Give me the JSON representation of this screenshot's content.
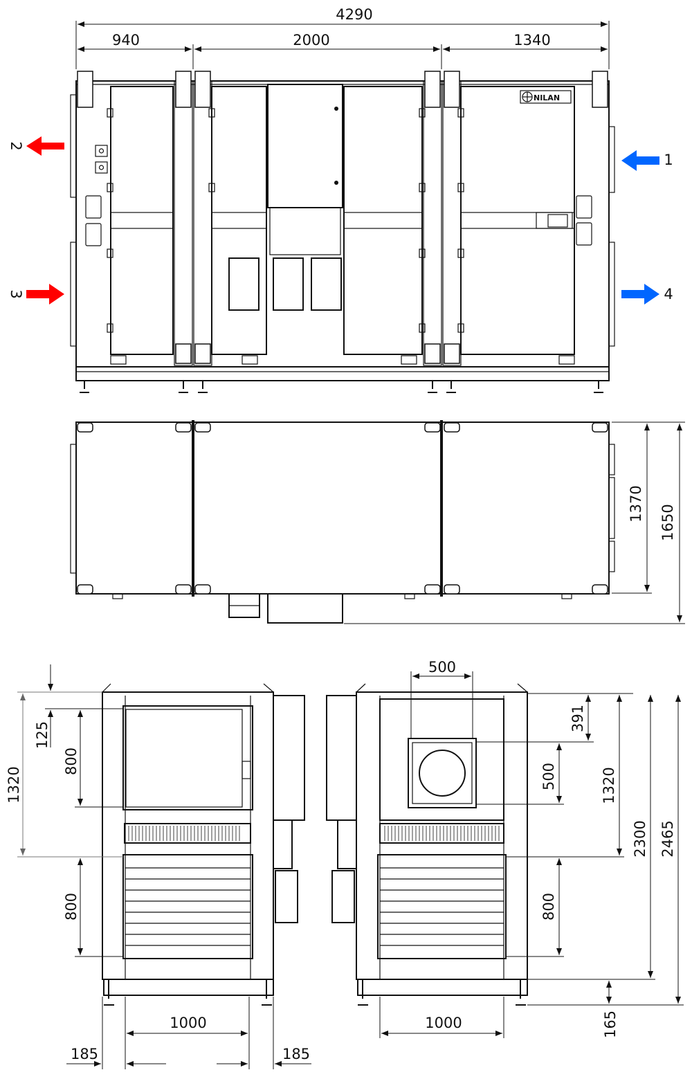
{
  "brand": {
    "logo_text": "NILAN"
  },
  "colors": {
    "extract_arrow": "#ff0000",
    "supply_arrow": "#0066ff",
    "line": "#111111"
  },
  "top_view": {
    "overall_length": "4290",
    "section_lengths": [
      "940",
      "2000",
      "1340"
    ],
    "ports": [
      {
        "label": "1",
        "direction": "in",
        "color": "blue"
      },
      {
        "label": "2",
        "direction": "out",
        "color": "red"
      },
      {
        "label": "3",
        "direction": "in",
        "color": "red"
      },
      {
        "label": "4",
        "direction": "out",
        "color": "blue"
      }
    ]
  },
  "side_view": {
    "body_height": "1370",
    "total_height": "1650"
  },
  "end_view_left": {
    "top_offset": "125",
    "upper_opening": "800",
    "opening_spacing": "1320",
    "lower_opening": "800",
    "opening_width": "1000",
    "margin_left": "185",
    "margin_right": "185"
  },
  "end_view_right": {
    "duct_width": "500",
    "duct_offset": "391",
    "duct_height": "500",
    "spacing": "1320",
    "lower_opening": "800",
    "body_height": "2300",
    "total_height": "2465",
    "feet_height": "165",
    "opening_width": "1000"
  }
}
